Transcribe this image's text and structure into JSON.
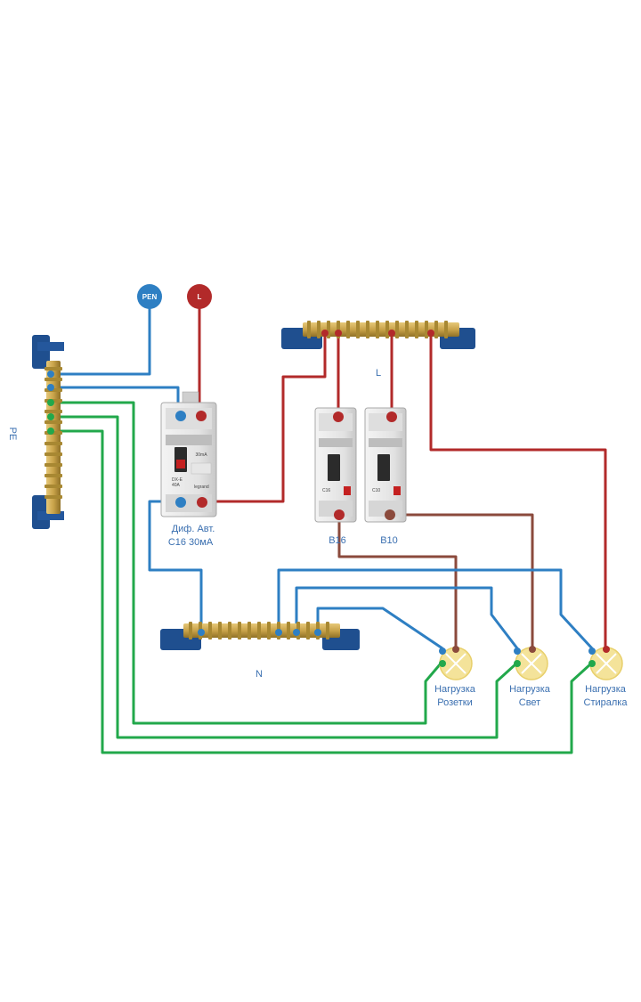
{
  "terminals": {
    "pen": "PEN",
    "l": "L"
  },
  "buses": {
    "pe": "PE",
    "l": "L",
    "n": "N"
  },
  "breakers": {
    "rcbo_label_1": "Диф. Авт.",
    "rcbo_label_2": "C16 30мА",
    "b16": "B16",
    "b10": "B10",
    "rcbo_face_rating": "40A",
    "rcbo_face_ma": "30mA",
    "rcbo_face_type": "DX-E",
    "rcbo_face_brand": "legrand",
    "b16_face": "C16",
    "b10_face": "C10"
  },
  "loads": [
    {
      "line1": "Нагрузка",
      "line2": "Розетки"
    },
    {
      "line1": "Нагрузка",
      "line2": "Свет"
    },
    {
      "line1": "Нагрузка",
      "line2": "Стиралка"
    }
  ],
  "colors": {
    "phase": "#b22a2a",
    "load_phase": "#8b4a3c",
    "neutral": "#2e7fc3",
    "earth": "#22a84b",
    "bus_brass": "#c9a34a",
    "bus_mount": "#1f4f8f",
    "lamp": "#f4e39a"
  }
}
